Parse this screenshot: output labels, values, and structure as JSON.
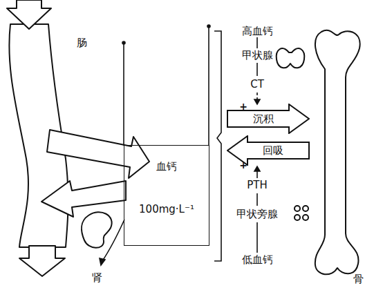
{
  "diagram": {
    "nodes": [
      {
        "text": [
          "血钙",
          "100mg·L⁻¹"
        ]
      },
      {
        "text": [
          "沉积"
        ]
      },
      {
        "text": [
          "回吸"
        ]
      }
    ],
    "labels": [
      "肠",
      "肾",
      "高血钙",
      "甲状腺",
      "CT",
      "+",
      "+",
      "PTH",
      "甲状旁腺",
      "低血钙",
      "骨"
    ]
  }
}
